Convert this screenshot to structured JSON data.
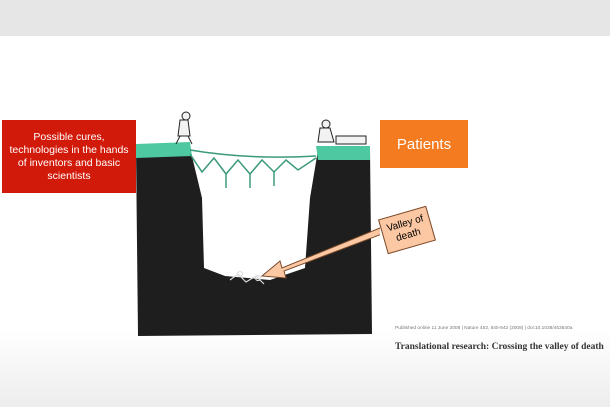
{
  "labels": {
    "inventors": "Possible cures, technologies in the hands of inventors and basic scientists",
    "patients": "Patients",
    "valley": "Valley of death"
  },
  "citation": {
    "meta": "Published online 11 June 2008 | Nature 453, 840-842 (2008) | doi:10.1038/453840a",
    "title": "Translational research: Crossing the valley of death"
  },
  "colors": {
    "red_box": "#d21a0a",
    "orange_box": "#f47b20",
    "valley_box": "#fbc8a3",
    "cliff": "#1e1e1e",
    "cliff_top": "#4ec8a0",
    "bridge": "#3a9a7a"
  }
}
